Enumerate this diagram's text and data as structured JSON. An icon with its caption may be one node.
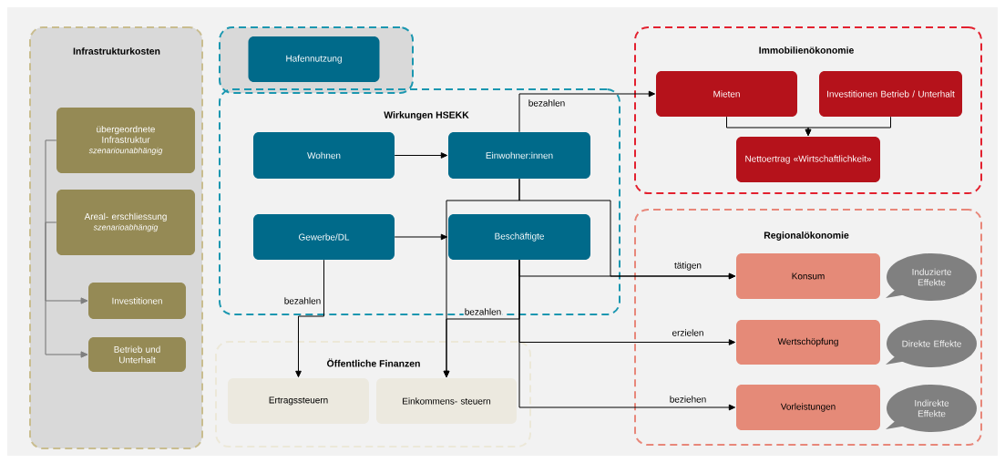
{
  "diagram": {
    "nodes": [
      {
        "text": [
          "Infrastrukturkosten"
        ]
      },
      {
        "text": [
          "übergeordnete Infrastruktur",
          "szenariounabhängig"
        ],
        "in": 0
      },
      {
        "text": [
          "Areal- erschliessung",
          "szenarioabhängig"
        ],
        "in": 0
      },
      {
        "text": [
          "Investitionen"
        ],
        "in": 0
      },
      {
        "text": [
          "Betrieb und Unterhalt"
        ],
        "in": 0
      },
      {
        "text": [],
        "shape": "box"
      },
      {
        "text": [
          "Hafennutzung"
        ],
        "in": 5
      },
      {
        "text": [
          "Wirkungen HSEKK"
        ]
      },
      {
        "text": [
          "Wohnen"
        ],
        "in": 7
      },
      {
        "text": [
          "Einwohner:innen"
        ],
        "in": 7
      },
      {
        "text": [
          "Gewerbe/DL"
        ],
        "in": 7
      },
      {
        "text": [
          "Beschäftigte"
        ],
        "in": 7
      },
      {
        "text": [
          "Öffentliche Finanzen"
        ]
      },
      {
        "text": [
          "Ertragssteuern"
        ],
        "in": 12
      },
      {
        "text": [
          "Einkommens- steuern"
        ],
        "in": 12
      },
      {
        "text": [
          "Immobilienökonomie"
        ]
      },
      {
        "text": [
          "Mieten"
        ],
        "in": 15
      },
      {
        "text": [
          "Investitionen Betrieb / Unterhalt"
        ],
        "in": 15
      },
      {
        "text": [
          "Nettoertrag «Wirtschaftlichkeit»"
        ],
        "in": 15
      },
      {
        "text": [
          "Regionalökonomie"
        ]
      },
      {
        "text": [
          "Konsum"
        ],
        "in": 19
      },
      {
        "text": [
          "Induzierte Effekte"
        ],
        "in": 19
      },
      {
        "text": [
          "Wertschöpfung"
        ],
        "in": 19
      },
      {
        "text": [
          "Direkte Effekte"
        ],
        "in": 19
      },
      {
        "text": [
          "Vorleistungen"
        ],
        "in": 19
      },
      {
        "text": [
          "Indirekte Effekte"
        ],
        "in": 19
      }
    ],
    "edges": [
      {
        "from": 1,
        "to": 3,
        "arrow": "to",
        "color": "#7f7f7f"
      },
      {
        "from": 1,
        "to": 4,
        "arrow": "to",
        "color": "#7f7f7f"
      },
      {
        "from": 2,
        "to": 3,
        "arrow": "to",
        "color": "#7f7f7f"
      },
      {
        "from": 2,
        "to": 4,
        "arrow": "to",
        "color": "#7f7f7f"
      },
      {
        "from": 8,
        "to": 9,
        "arrow": "to"
      },
      {
        "from": 10,
        "to": 11,
        "arrow": "to"
      },
      {
        "from": 9,
        "to": 16,
        "arrow": "to",
        "label": "bezahlen"
      },
      {
        "from": 9,
        "to": 20,
        "arrow": "to"
      },
      {
        "from": 9,
        "to": 14,
        "arrow": "to"
      },
      {
        "from": 10,
        "to": 13,
        "arrow": "to",
        "label": "bezahlen"
      },
      {
        "from": 11,
        "to": 14,
        "arrow": "to",
        "label": "bezahlen"
      },
      {
        "from": 11,
        "to": 20,
        "arrow": "to",
        "label": "tätigen"
      },
      {
        "from": 11,
        "to": 22,
        "arrow": "to",
        "label": "erzielen"
      },
      {
        "from": 11,
        "to": 24,
        "arrow": "to",
        "label": "beziehen"
      },
      {
        "from": 16,
        "to": 18,
        "arrow": "to"
      },
      {
        "from": 17,
        "to": 18,
        "arrow": "to"
      }
    ]
  }
}
